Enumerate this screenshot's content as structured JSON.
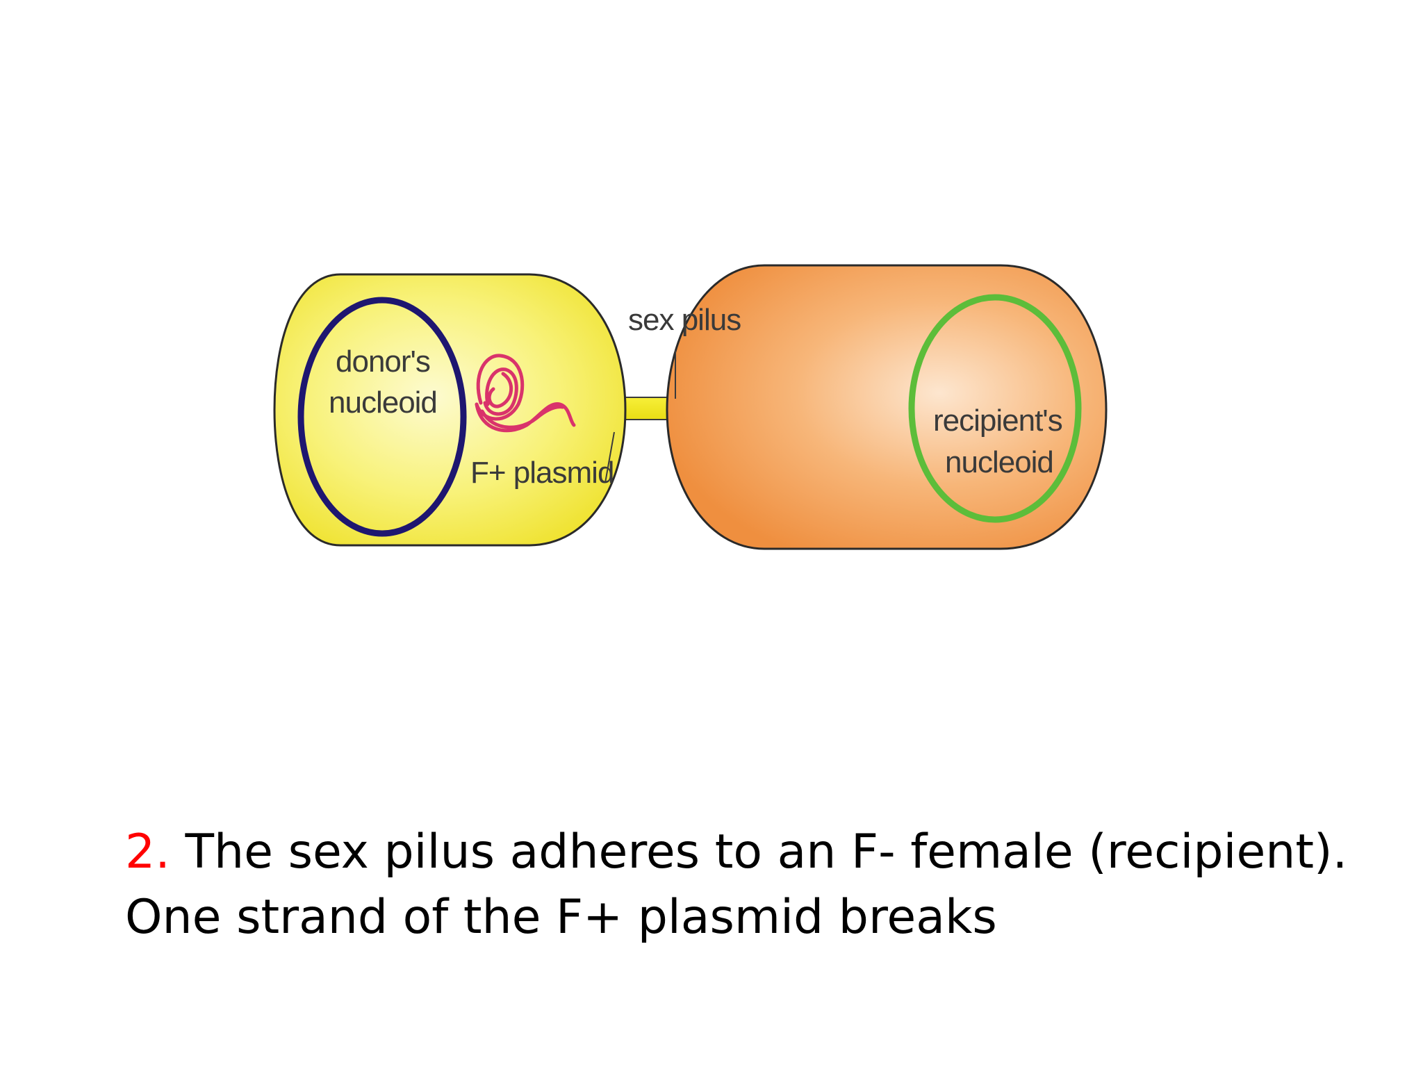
{
  "diagram": {
    "labels": {
      "donor_nucleoid_line1": "donor's",
      "donor_nucleoid_line2": "nucleoid",
      "f_plasmid": "F+ plasmid",
      "sex_pilus": "sex pilus",
      "recipient_nucleoid_line1": "recipient's",
      "recipient_nucleoid_line2": "nucleoid"
    },
    "colors": {
      "donor_cell_fill": "#f6f04a",
      "recipient_cell_fill": "#f4a25a",
      "donor_nucleoid_ring": "#1e1670",
      "recipient_nucleoid_ring": "#5cbd3a",
      "plasmid": "#d9336b",
      "pilus": "#f2ea1e",
      "outline": "#2a2a2a"
    },
    "icons": {
      "donor_cell": "donor-cell-shape",
      "recipient_cell": "recipient-cell-shape",
      "plasmid": "coiled-plasmid-shape"
    }
  },
  "caption": {
    "step_number": "2.",
    "line1_text": " The sex pilus adheres to an F- female (recipient).",
    "line2_text": "One strand of the F+ plasmid breaks"
  }
}
